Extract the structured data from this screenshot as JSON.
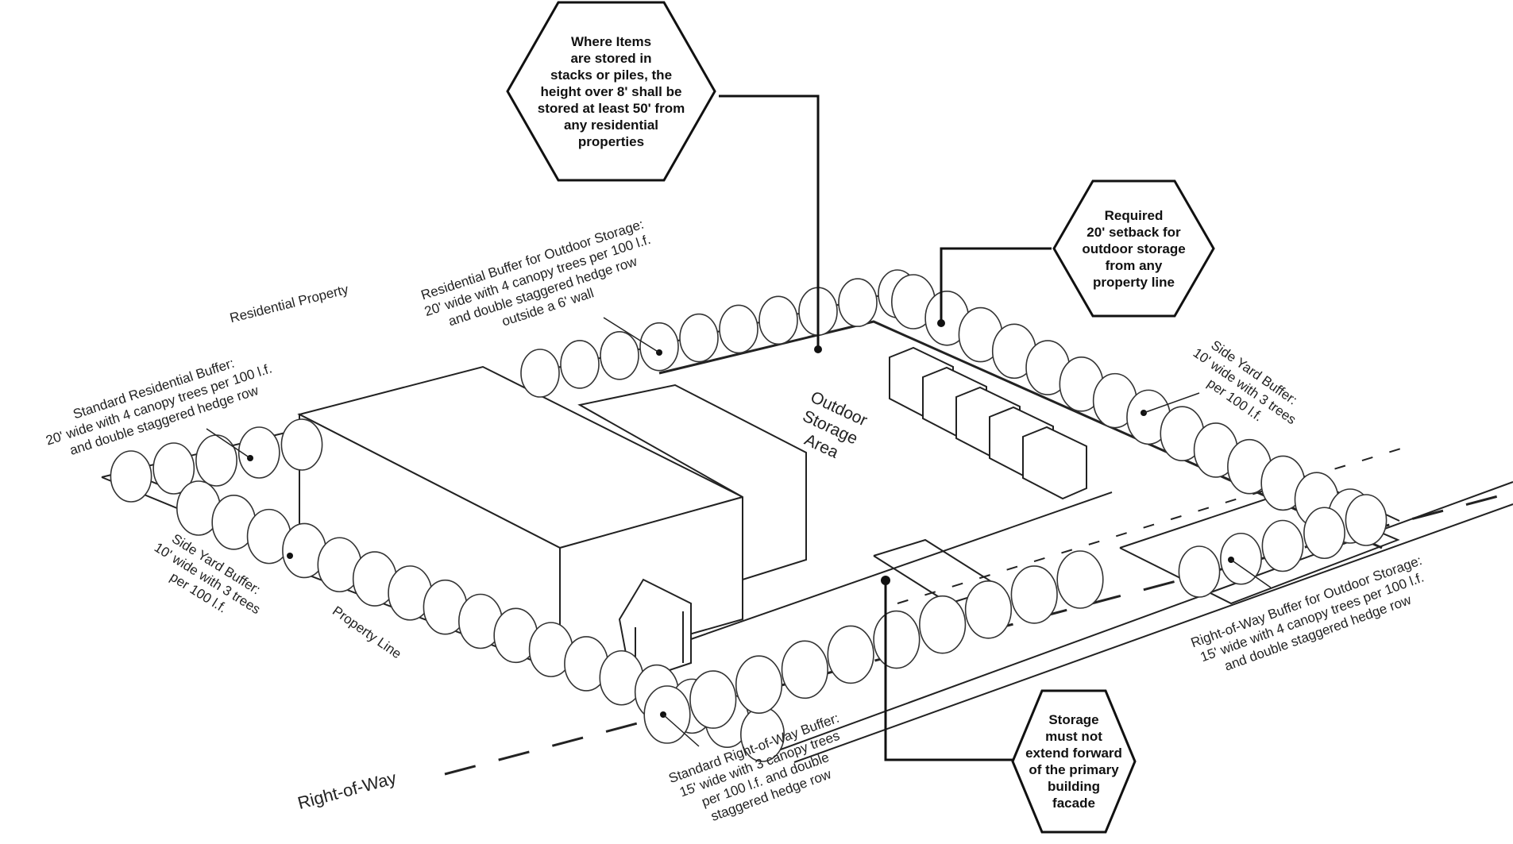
{
  "callouts": {
    "stacks_height": "Where Items\nare stored in\nstacks or piles, the\nheight over 8' shall be\nstored at least 50' from\nany residential\nproperties",
    "setback": "Required\n20' setback for\noutdoor storage\nfrom any\nproperty line",
    "forward": "Storage\nmust not\nextend forward\nof the primary\nbuilding\nfacade"
  },
  "labels": {
    "residential_property": "Residential Property",
    "residential_buffer_outdoor": "Residential Buffer for Outdoor Storage:\n20' wide with 4 canopy trees per 100 l.f.\nand double staggered hedge row\noutside a 6' wall",
    "standard_residential_buffer": "Standard Residential Buffer:\n20' wide with 4 canopy trees per 100 l.f.\nand double staggered hedge row",
    "side_yard_left": "Side Yard Buffer:\n10' wide with 3 trees\nper 100 l.f.",
    "property_line": "Property Line",
    "outdoor_storage_area": "Outdoor\nStorage\nArea",
    "side_yard_right": "Side Yard Buffer:\n10' wide with 3 trees\nper 100 l.f.",
    "row_buffer_outdoor": "Right-of-Way Buffer for Outdoor Storage:\n15' wide with 4 canopy trees per 100 l.f.\nand double staggered hedge row",
    "standard_row_buffer": "Standard Right-of-Way Buffer:\n15' wide with 3 canopy trees\nper 100 l.f. and double\nstaggered hedge row",
    "right_of_way": "Right-of-Way"
  }
}
